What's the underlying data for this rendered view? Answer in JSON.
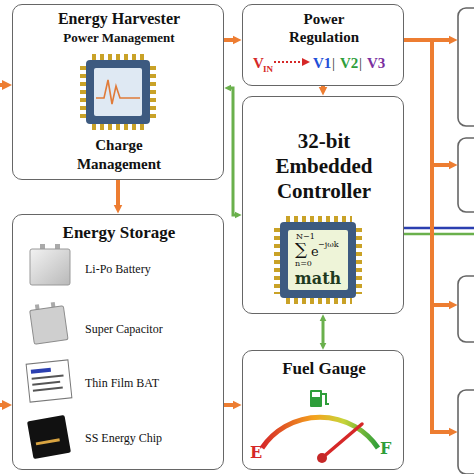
{
  "diagram": {
    "nodes": [
      {
        "text": [
          "Energy Harvester",
          "Power Management",
          "Charge Management"
        ]
      },
      {
        "text": [
          "Power Regulation",
          "V",
          "IN",
          "V1",
          "|",
          "V2",
          "|",
          "V3"
        ]
      },
      {
        "text": [
          "32-bit Embedded Controller"
        ]
      },
      {
        "text": [
          "Energy Storage",
          "Li-Po Battery",
          "Super Capacitor",
          "Thin Film BAT",
          "SS Energy Chip"
        ]
      },
      {
        "text": [
          "Fuel Gauge"
        ]
      }
    ],
    "edges": [
      {
        "from": 0,
        "to": 1,
        "arrow": "to"
      },
      {
        "from": 0,
        "to": 3,
        "arrow": "to"
      },
      {
        "from": 0,
        "to": 2,
        "arrow": "both"
      },
      {
        "from": 1,
        "to": 2,
        "arrow": "to"
      },
      {
        "from": 2,
        "to": 4,
        "arrow": "both"
      },
      {
        "from": 3,
        "to": 4,
        "arrow": "to"
      }
    ],
    "labels": [
      "N−1",
      "∑",
      "n=0",
      "e",
      "−jωk",
      "math",
      "E",
      "F"
    ]
  }
}
